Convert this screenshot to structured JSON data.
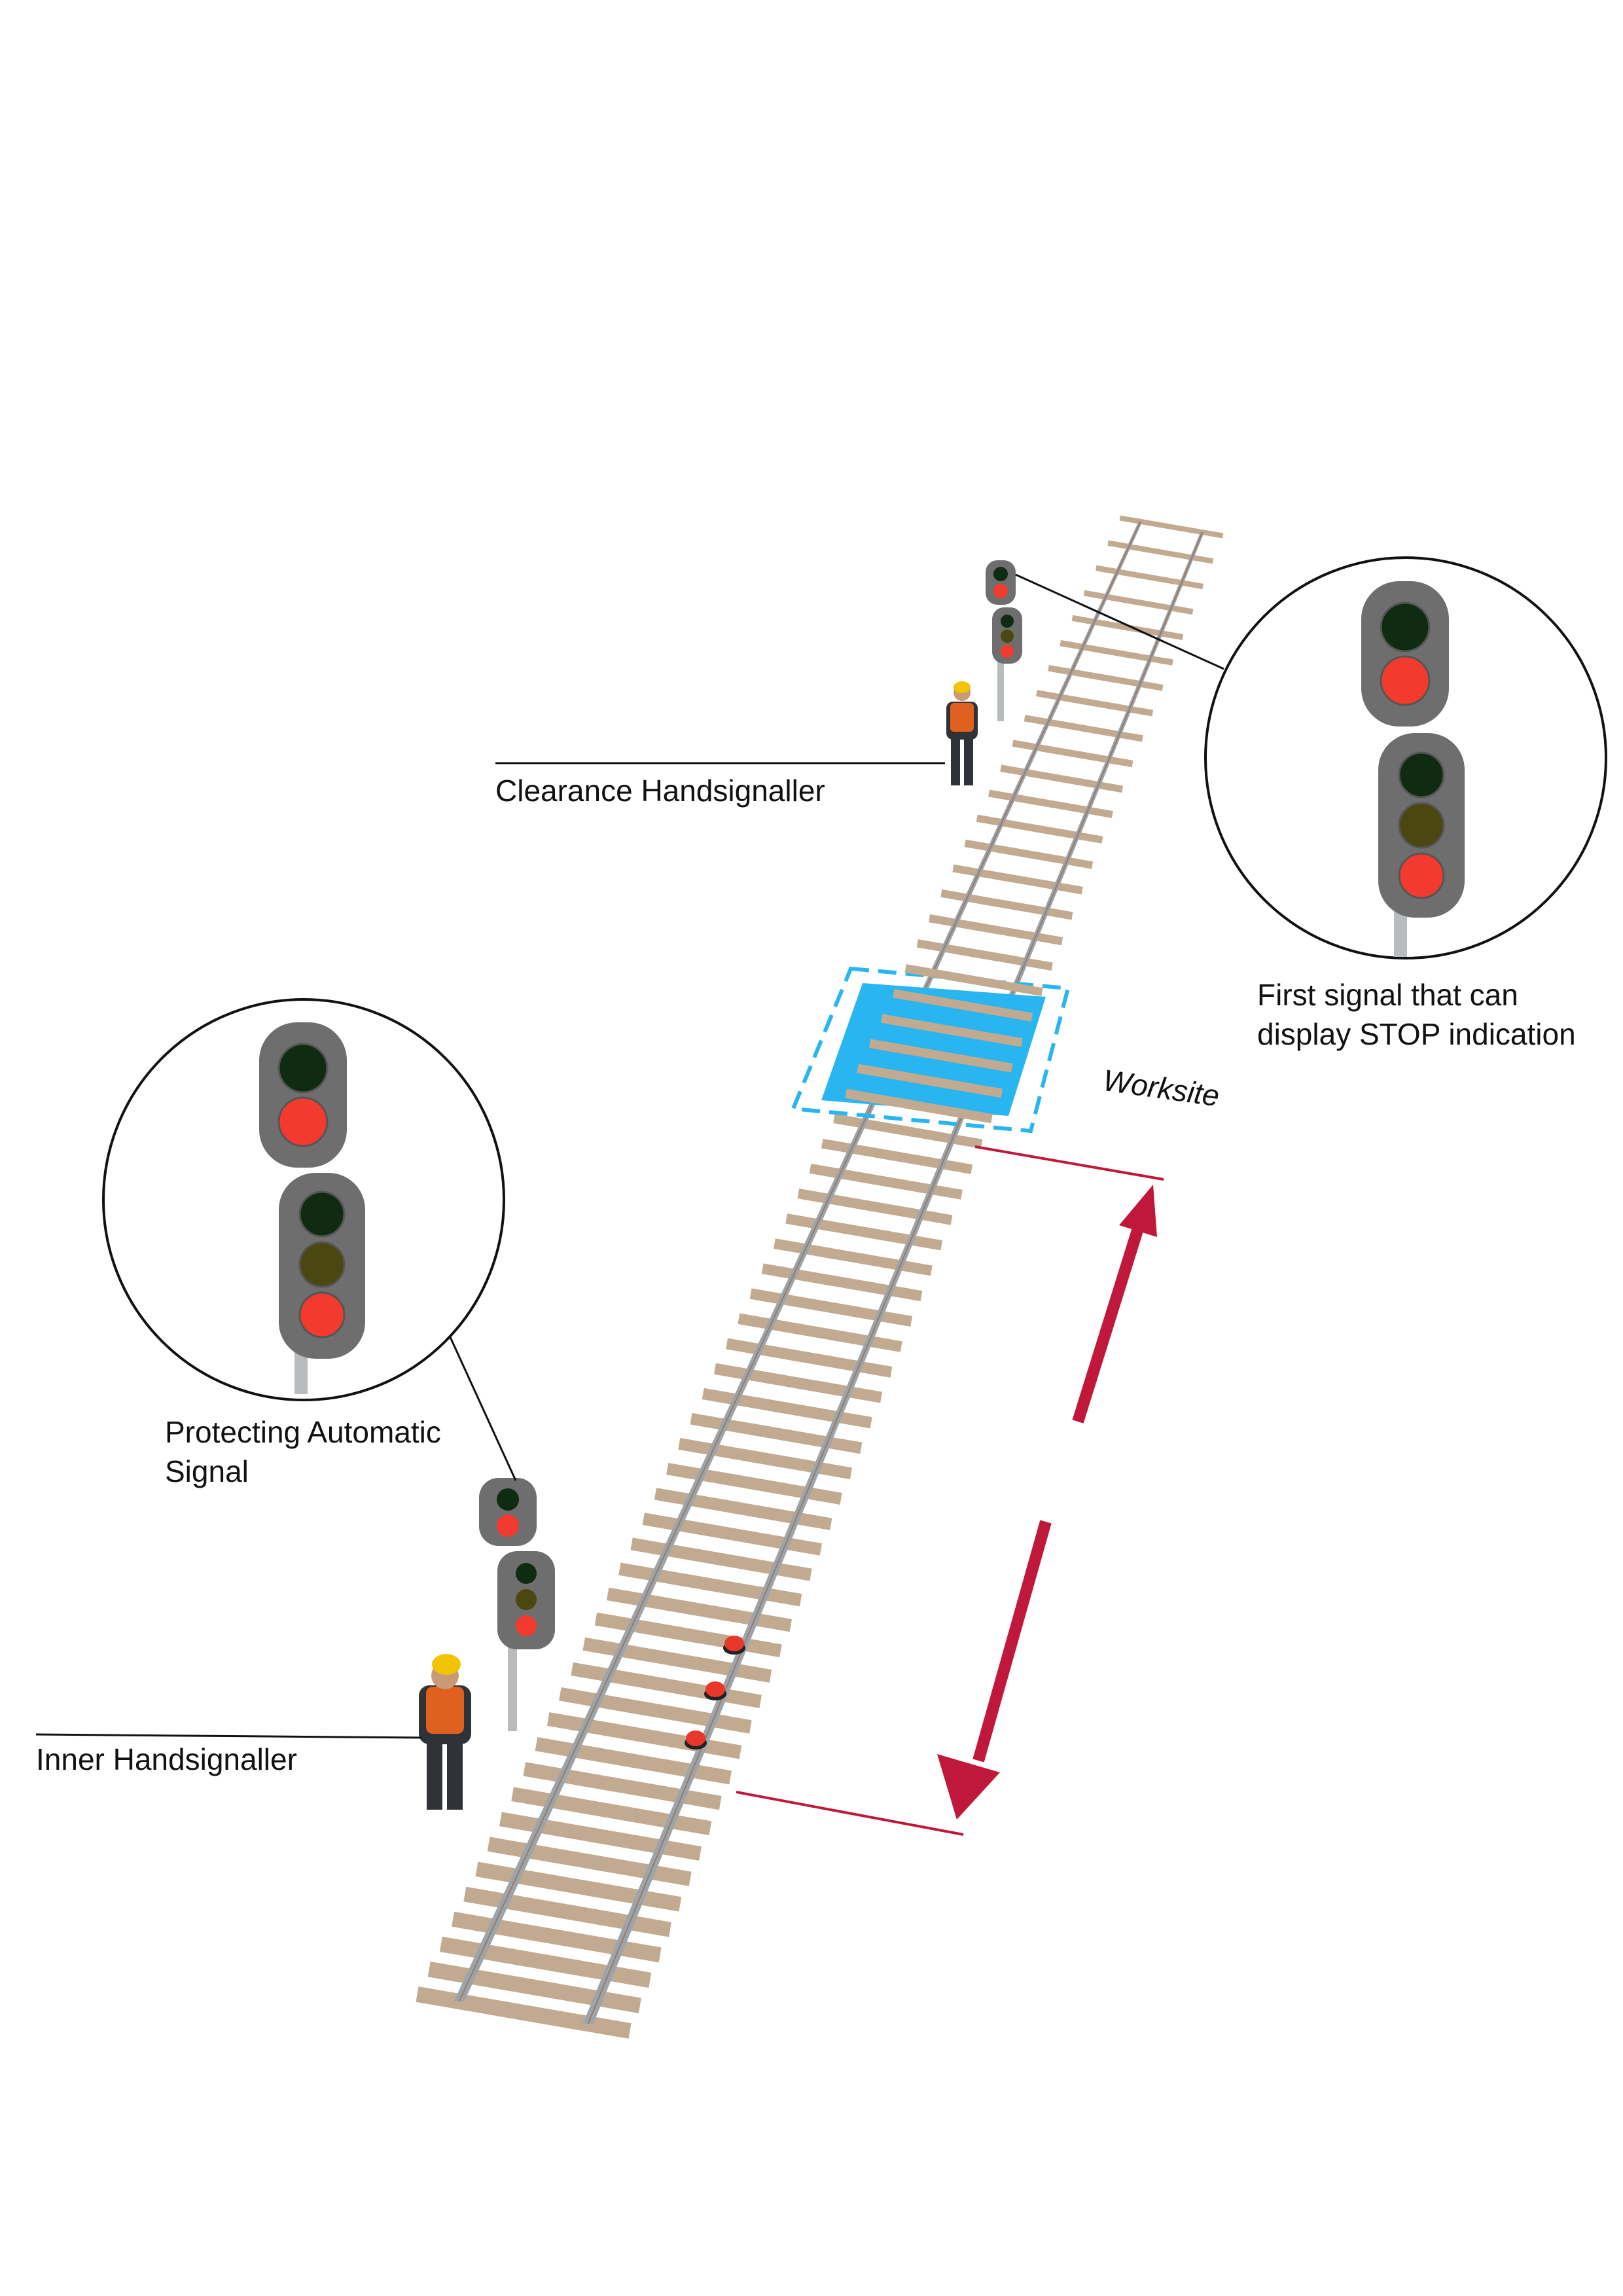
{
  "labels": {
    "clearance_handsignaller": "Clearance Handsignaller",
    "first_signal_line1": "First signal that can",
    "first_signal_line2": "display STOP indication",
    "worksite": "Worksite",
    "protecting_line1": "Protecting Automatic",
    "protecting_line2": "Signal",
    "inner_handsignaller": "Inner Handsignaller"
  },
  "colors": {
    "sleeper": "#c2aa91",
    "sleeper_edge": "#a88f75",
    "rail": "#9aa4ad",
    "rail_web": "#a0795a",
    "worksite_fill": "#29b6f0",
    "worksite_dash": "#29b6f0",
    "dimension_arrow": "#c0183a",
    "signal_head": "#6e6e6e",
    "signal_pole": "#b9bcbe",
    "aspect_green_off": "#0f2b12",
    "aspect_yellow_off": "#4a4710",
    "aspect_red_on": "#f23a2e",
    "detonator": "#e8372b",
    "vest": "#e06020",
    "helmet": "#f2c300"
  },
  "icons": {
    "signal": "railway-signal-icon",
    "worker": "track-worker-icon",
    "detonator": "track-detonator-icon"
  }
}
